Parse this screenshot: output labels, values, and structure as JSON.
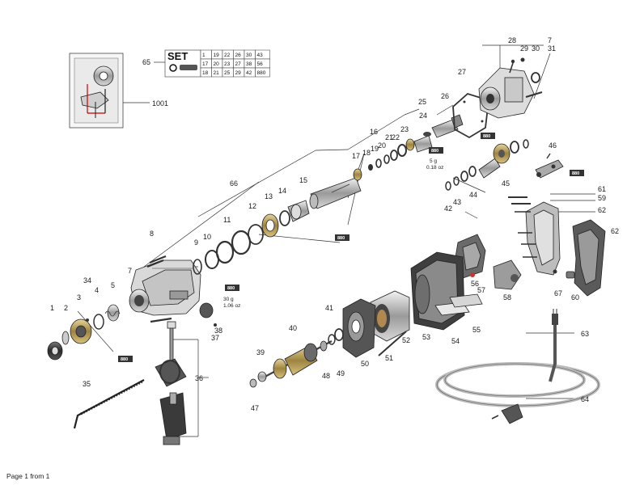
{
  "footer": "Page 1 from 1",
  "set_table": {
    "logo": "SET",
    "callout": "65",
    "rows": [
      [
        "1",
        "19",
        "22",
        "26",
        "30",
        "43"
      ],
      [
        "17",
        "20",
        "23",
        "27",
        "38",
        "56"
      ],
      [
        "18",
        "21",
        "25",
        "29",
        "42",
        "880"
      ]
    ]
  },
  "inset_callout": "1001",
  "grease": {
    "tag": "880",
    "amount_small_1": "5 g",
    "amount_small_2": "0.18 oz",
    "amount_large_1": "30 g",
    "amount_large_2": "1.06 oz"
  },
  "part_labels": [
    "1",
    "2",
    "3",
    "4",
    "5",
    "7",
    "8",
    "9",
    "10",
    "11",
    "12",
    "13",
    "14",
    "15",
    "16",
    "17",
    "18",
    "19",
    "20",
    "21",
    "22",
    "23",
    "24",
    "25",
    "26",
    "27",
    "28",
    "29",
    "30",
    "31",
    "34",
    "35",
    "36",
    "37",
    "38",
    "39",
    "40",
    "41",
    "42",
    "43",
    "44",
    "45",
    "46",
    "47",
    "48",
    "49",
    "50",
    "51",
    "52",
    "53",
    "54",
    "55",
    "56",
    "57",
    "58",
    "59",
    "60",
    "61",
    "62",
    "62",
    "63",
    "64",
    "66",
    "67",
    "7"
  ]
}
